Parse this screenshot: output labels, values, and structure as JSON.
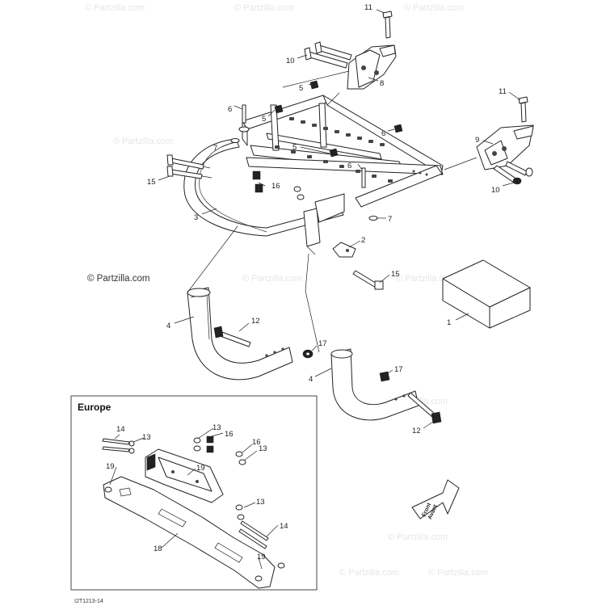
{
  "watermarks": {
    "primary": "© Partzilla.com",
    "faint": [
      "© Partzilla.com",
      "© Partzilla.com",
      "© Partzilla.com",
      "© Partzilla.com",
      "© Partzilla.com",
      "© Partzilla.com",
      "© Partzilla.com",
      "© Partzilla.com",
      "© Partzilla.com",
      "© Partzilla.com"
    ]
  },
  "inset": {
    "title": "Europe"
  },
  "reference_code": "I2T1213-14",
  "front_arrow": {
    "line1": "Front",
    "line2": "Avant"
  },
  "callouts": [
    "11",
    "10",
    "8",
    "5",
    "6",
    "5",
    "7",
    "5",
    "16",
    "6",
    "15",
    "3",
    "11",
    "9",
    "10",
    "7",
    "2",
    "15",
    "1",
    "4",
    "12",
    "17",
    "4",
    "17",
    "12",
    "14",
    "13",
    "13",
    "16",
    "16",
    "13",
    "19",
    "19",
    "13",
    "14",
    "19",
    "18"
  ]
}
